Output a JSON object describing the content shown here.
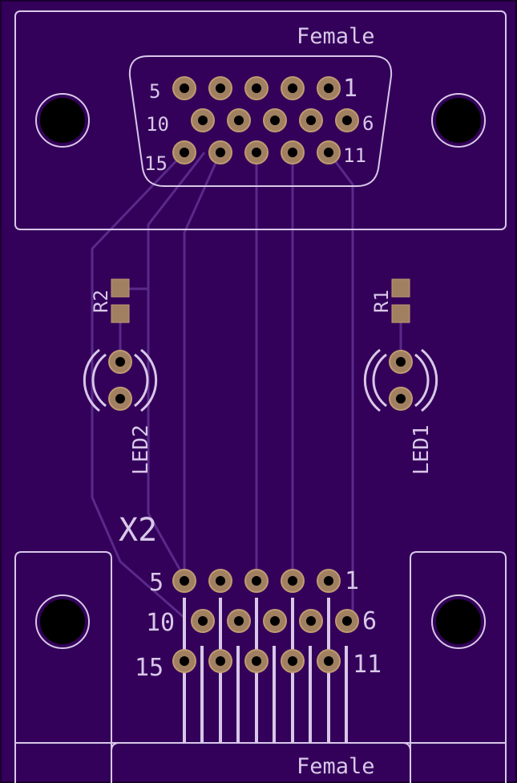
{
  "colors": {
    "board": "#33005a",
    "board_edge": "#1a0030",
    "trace": "#5a2a8a",
    "silkscreen": "#d8c8e8",
    "pad": "#a08060",
    "pad_ring": "#c09a70",
    "hole": "#000000"
  },
  "top_connector": {
    "label": "Female",
    "pin_labels": {
      "p5": "5",
      "p1": "1",
      "p10": "10",
      "p6": "6",
      "p15": "15",
      "p11": "11"
    }
  },
  "bottom_connector": {
    "designator": "X2",
    "label": "Female",
    "pin_labels": {
      "p5": "5",
      "p1": "1",
      "p10": "10",
      "p6": "6",
      "p15": "15",
      "p11": "11"
    }
  },
  "resistors": {
    "left": "R2",
    "right": "R1"
  },
  "leds": {
    "left": "LED2",
    "right": "LED1"
  },
  "icons": {
    "mounting_hole": "mounting-hole-icon",
    "pad": "through-hole-pad-icon",
    "smd_pad": "smd-pad-icon"
  }
}
